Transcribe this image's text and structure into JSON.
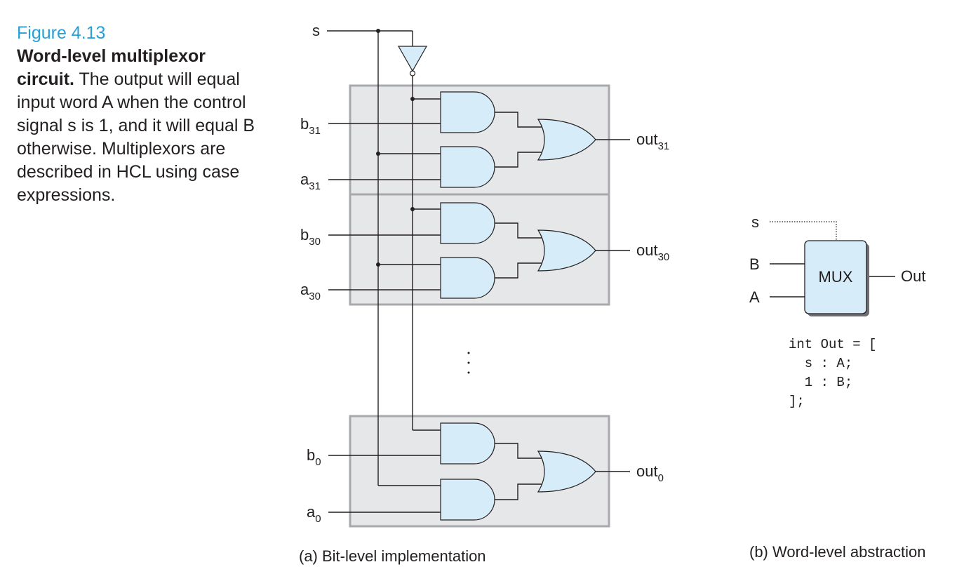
{
  "caption": {
    "figure_number": "Figure 4.13",
    "title": "Word-level multiplexor circuit.",
    "body": "The output will equal input word A when the control signal s is 1, and it will equal B otherwise. Multiplexors are described in HCL using case expressions."
  },
  "bit_level": {
    "control_label": "s",
    "slices": [
      {
        "b_base": "b",
        "b_sub": "31",
        "a_base": "a",
        "a_sub": "31",
        "out_base": "out",
        "out_sub": "31"
      },
      {
        "b_base": "b",
        "b_sub": "30",
        "a_base": "a",
        "a_sub": "30",
        "out_base": "out",
        "out_sub": "30"
      },
      {
        "b_base": "b",
        "b_sub": "0",
        "a_base": "a",
        "a_sub": "0",
        "out_base": "out",
        "out_sub": "0"
      }
    ],
    "caption": "(a) Bit-level implementation"
  },
  "word_level": {
    "control_label": "s",
    "input_b": "B",
    "input_a": "A",
    "block_label": "MUX",
    "output_label": "Out",
    "hcl_code": [
      "int Out = [",
      "  s : A;",
      "  1 : B;",
      "];"
    ],
    "caption": "(b) Word-level abstraction"
  },
  "colors": {
    "figure_number": "#2a9fd6",
    "gate_fill": "#d6ecf8",
    "slice_fill": "#e6e7e8",
    "slice_border": "#a7a9ac"
  }
}
